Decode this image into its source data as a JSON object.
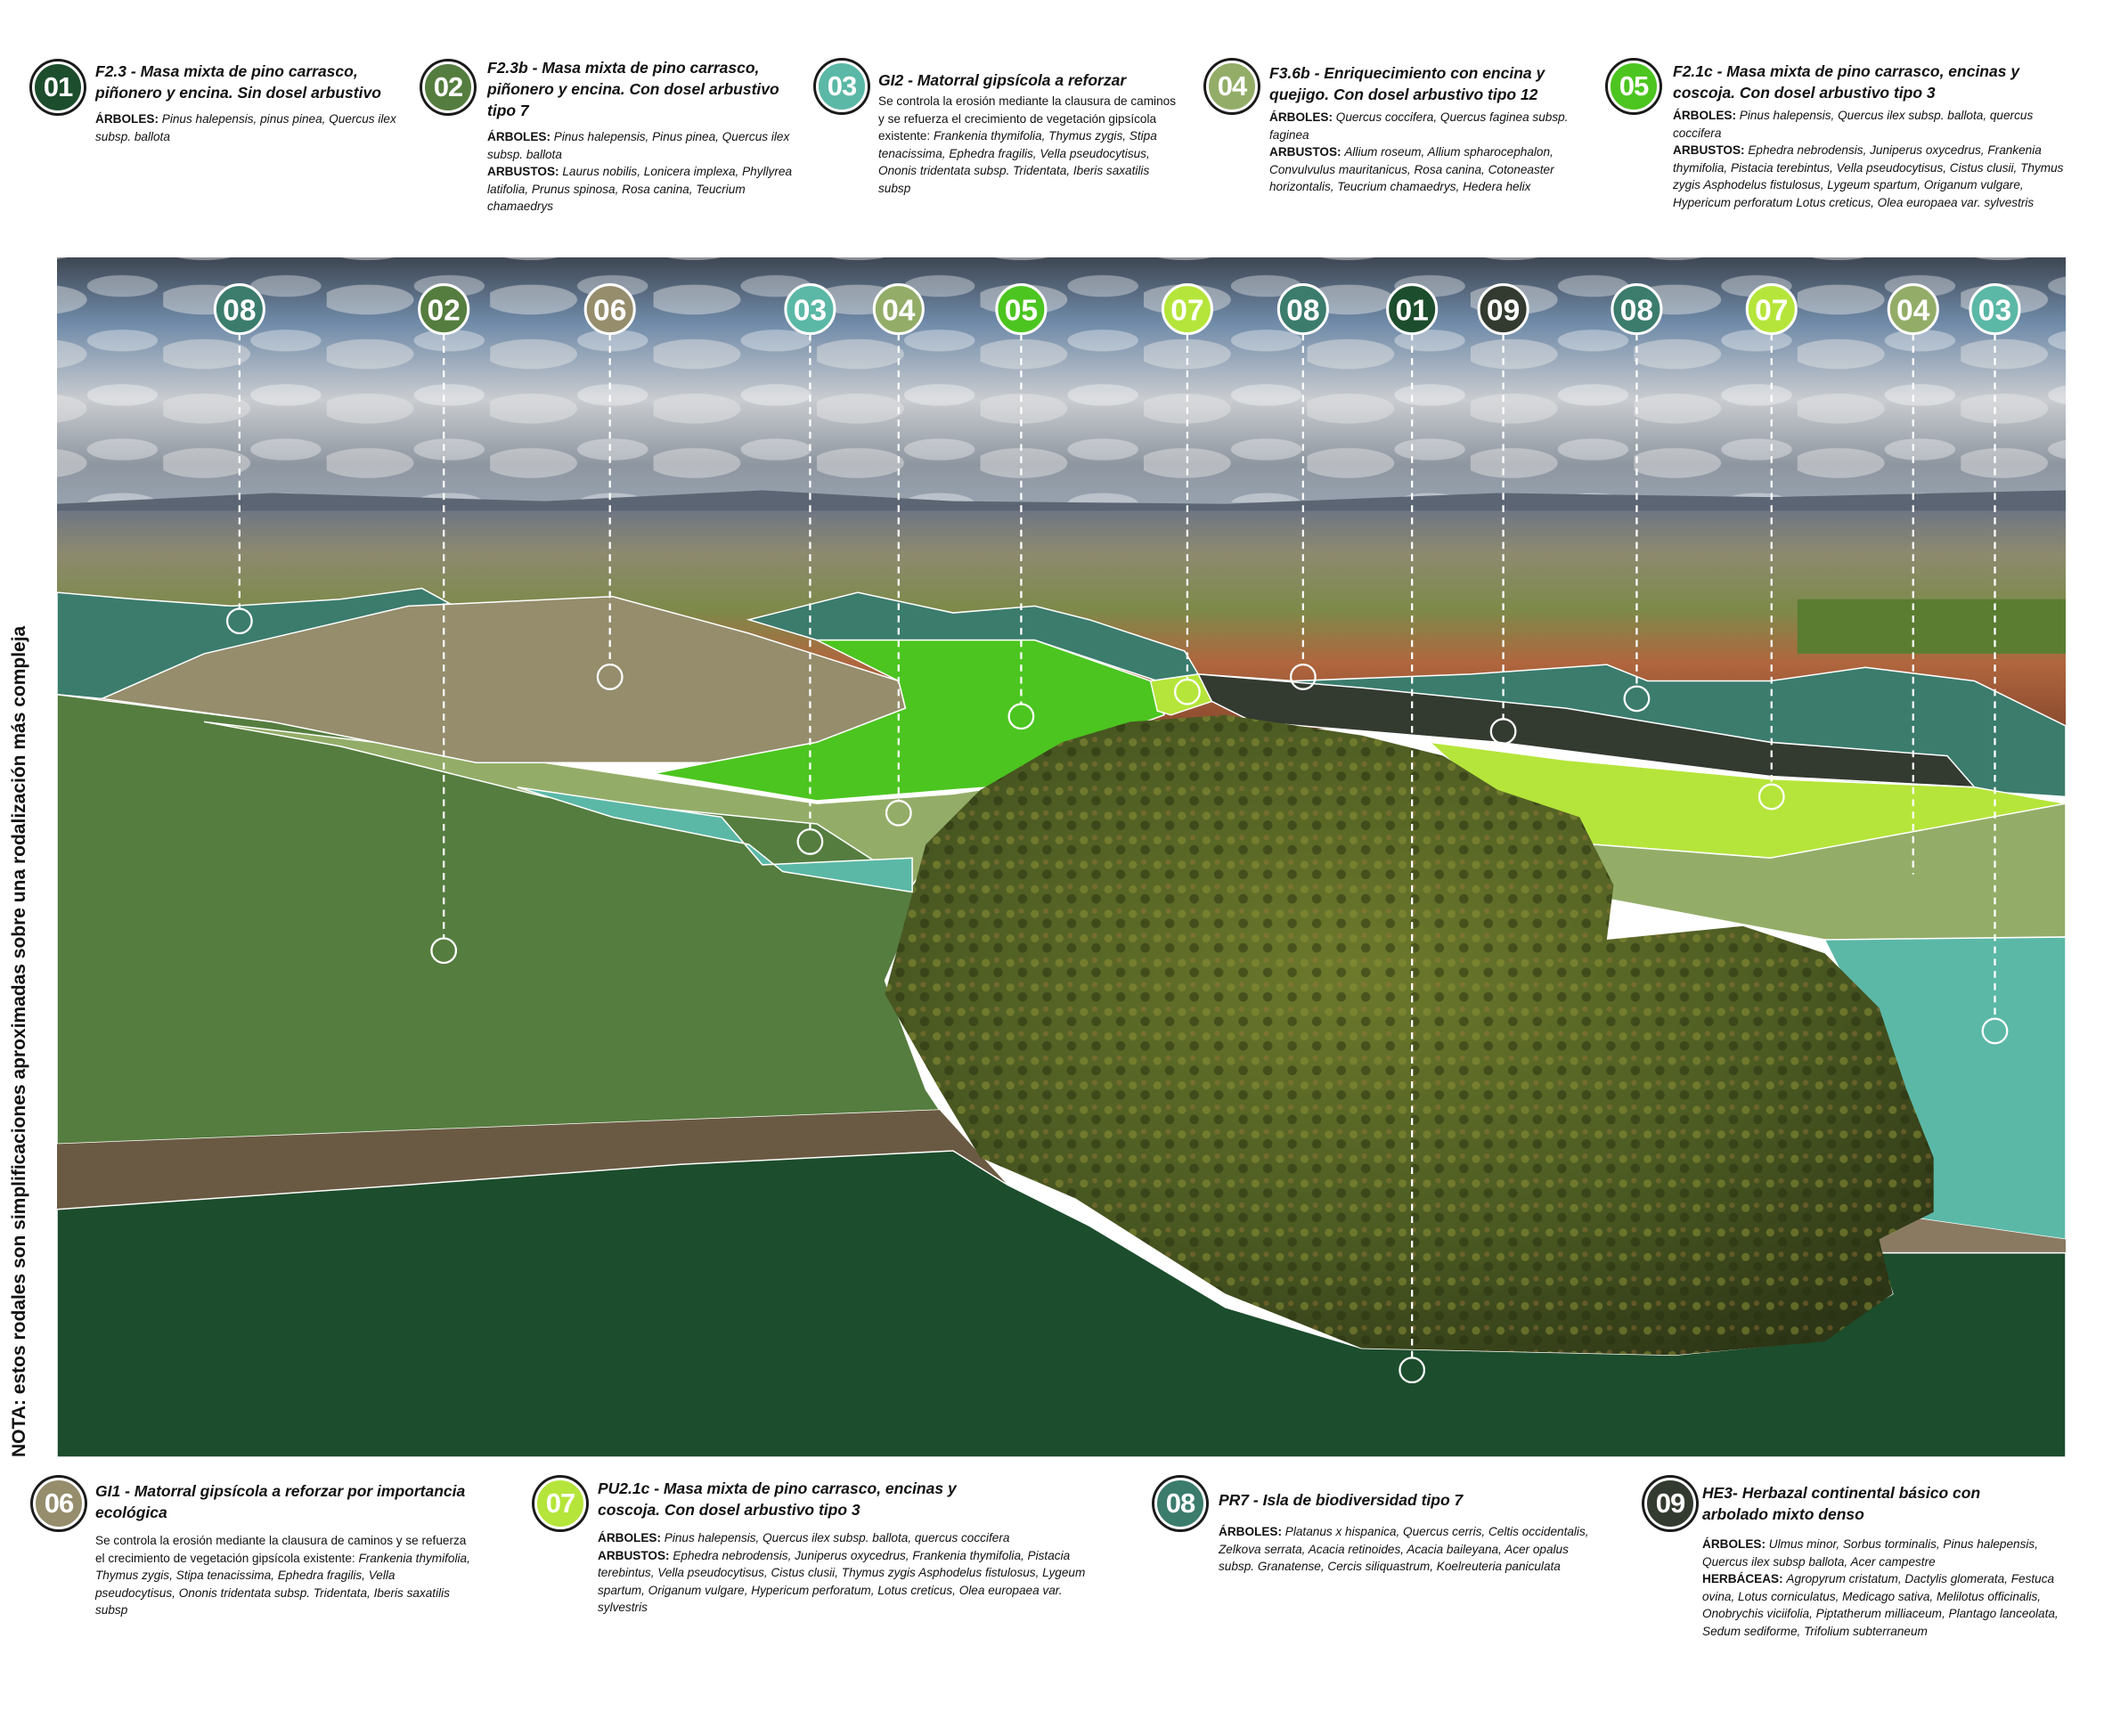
{
  "note": {
    "label": "NOTA:",
    "text": " estos rodales son simplificaciones aproximadas sobre una rodalización más compleja"
  },
  "legend": [
    {
      "num": "01",
      "color": "#1c4d2d",
      "title": "F2.3 - Masa mixta de pino carrasco, piñonero y encina. Sin dosel arbustivo",
      "arboles_label": "ÁRBOLES:",
      "arboles": "Pinus halepensis, pinus pinea, Quercus ilex subsp. ballota"
    },
    {
      "num": "02",
      "color": "#557d3f",
      "title": "F2.3b - Masa mixta de pino carrasco, piñonero y encina. Con dosel arbustivo tipo 7",
      "arboles_label": "ÁRBOLES:",
      "arboles": "Pinus halepensis, Pinus pinea, Quercus ilex subsp. ballota",
      "arbustos_label": "ARBUSTOS:",
      "arbustos": "Laurus nobilis, Lonicera implexa, Phyllyrea latifolia, Prunus spinosa, Rosa canina, Teucrium chamaedrys"
    },
    {
      "num": "03",
      "color": "#5bb8a6",
      "title": "GI2 - Matorral gipsícola a reforzar",
      "intro": "Se  controla la erosión mediante la clausura de caminos y se refuerza el crecimiento de vegetación gipsícola existente: ",
      "species": "Frankenia thymifolia, Thymus zygis, Stipa tenacissima, Ephedra fragilis, Vella pseudocytisus, Ononis tridentata subsp. Tridentata, Iberis saxatilis subsp"
    },
    {
      "num": "04",
      "color": "#93ad68",
      "title": "F3.6b - Enriquecimiento con encina y quejigo. Con dosel arbustivo tipo 12",
      "arboles_label": "ÁRBOLES:",
      "arboles": "Quercus coccifera, Quercus faginea subsp. faginea",
      "arbustos_label": "ARBUSTOS:",
      "arbustos": "Allium roseum, Allium spharocephalon, Convulvulus mauritanicus, Rosa canina, Cotoneaster horizontalis, Teucrium chamaedrys, Hedera helix"
    },
    {
      "num": "05",
      "color": "#4cc520",
      "title": "F2.1c - Masa mixta de pino carrasco, encinas y coscoja. Con dosel arbustivo tipo 3",
      "arboles_label": "ÁRBOLES:",
      "arboles": "Pinus halepensis, Quercus ilex subsp. ballota, quercus coccifera",
      "arbustos_label": "ARBUSTOS:",
      "arbustos": "Ephedra nebrodensis, Juniperus oxycedrus, Frankenia thymifolia, Pistacia terebintus, Vella pseudocytisus, Cistus clusii, Thymus zygis Asphodelus fistulosus, Lygeum spartum, Origanum vulgare, Hypericum perforatum  Lotus creticus, Olea europaea var. sylvestris"
    },
    {
      "num": "06",
      "color": "#958d6c",
      "title": "GI1 - Matorral gipsícola a reforzar por importancia ecológica",
      "intro": "Se  controla la erosión mediante la clausura de caminos y se refuerza el crecimiento de vegetación gipsícola existente: ",
      "species": "Frankenia thymifolia, Thymus zygis, Stipa tenacissima, Ephedra fragilis, Vella pseudocytisus, Ononis tridentata subsp. Tridentata, Iberis saxatilis subsp"
    },
    {
      "num": "07",
      "color": "#b5e53a",
      "title": "PU2.1c - Masa mixta de pino carrasco, encinas y coscoja. Con dosel arbustivo tipo 3",
      "arboles_label": "ÁRBOLES:",
      "arboles": "Pinus halepensis, Quercus ilex subsp. ballota, quercus coccifera",
      "arbustos_label": "ARBUSTOS:",
      "arbustos": "Ephedra nebrodensis, Juniperus oxycedrus, Frankenia thymifolia, Pistacia terebintus, Vella pseudocytisus, Cistus clusii, Thymus zygis Asphodelus fistulosus, Lygeum spartum, Origanum vulgare, Hypericum perforatum, Lotus creticus, Olea europaea var. sylvestris"
    },
    {
      "num": "08",
      "color": "#3b7c6d",
      "title": "PR7 - Isla de biodiversidad tipo 7",
      "arboles_label": "ÁRBOLES:",
      "arboles": "Platanus x hispanica, Quercus cerris, Celtis occidentalis, Zelkova serrata, Acacia retinoides, Acacia baileyana, Acer opalus subsp. Granatense, Cercis siliquastrum, Koelreuteria paniculata"
    },
    {
      "num": "09",
      "color": "#333a30",
      "title": "HE3- Herbazal continental básico con arbolado mixto denso",
      "arboles_label": "ÁRBOLES:",
      "arboles": "Ulmus minor, Sorbus torminalis, Pinus halepensis, Quercus ilex subsp ballota, Acer campestre",
      "herb_label": "HERBÁCEAS:",
      "herb": "Agropyrum cristatum, Dactylis glomerata, Festuca ovina, Lotus corniculatus, Medicago sativa, Melilotus officinalis, Onobrychis viciifolia, Piptatherum milliaceum, Plantago lanceolata, Sedum sediforme, Trifolium subterraneum"
    }
  ],
  "markers": [
    {
      "label": "08"
    },
    {
      "label": "02"
    },
    {
      "label": "06"
    },
    {
      "label": "03"
    },
    {
      "label": "04"
    },
    {
      "label": "05"
    },
    {
      "label": "07"
    },
    {
      "label": "08"
    },
    {
      "label": "01"
    },
    {
      "label": "09"
    },
    {
      "label": "08"
    },
    {
      "label": "07"
    },
    {
      "label": "04"
    },
    {
      "label": "03"
    }
  ]
}
